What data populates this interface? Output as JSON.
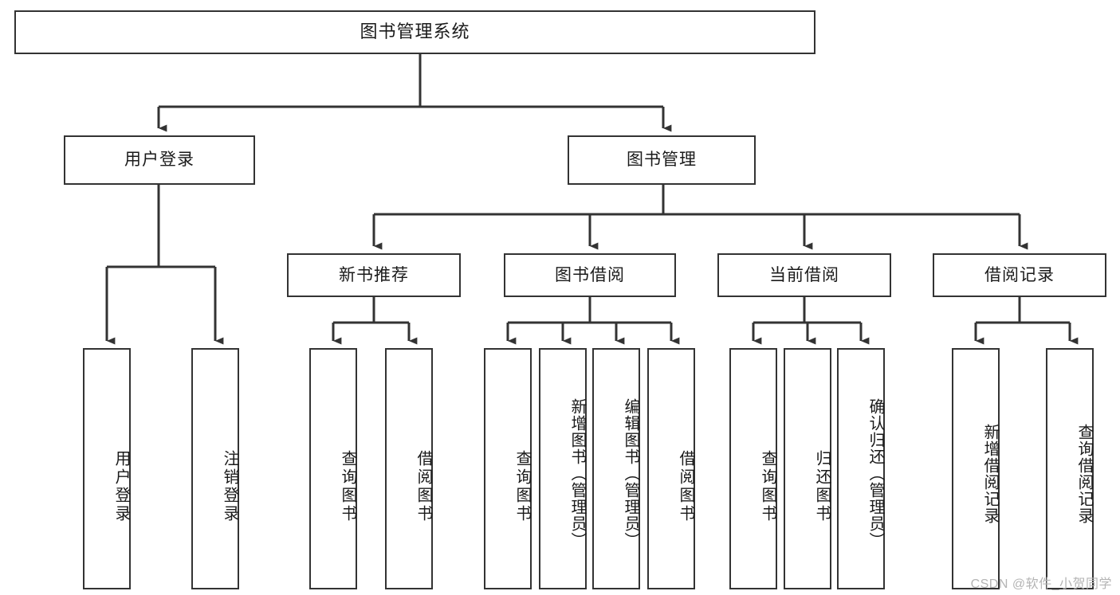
{
  "diagram": {
    "title": "图书管理系统",
    "type": "tree-hierarchy-chart",
    "colors": {
      "background": "#ffffff",
      "box_border": "#333333",
      "box_fill": "#ffffff",
      "connector": "#333333",
      "text": "#1a1a1a",
      "watermark": "#b4b4b4"
    }
  },
  "root": {
    "label": "图书管理系统"
  },
  "level2": [
    {
      "label": "用户登录"
    },
    {
      "label": "图书管理"
    }
  ],
  "level3": [
    {
      "label": "新书推荐"
    },
    {
      "label": "图书借阅"
    },
    {
      "label": "当前借阅"
    },
    {
      "label": "借阅记录"
    }
  ],
  "leaves": {
    "user_login": [
      {
        "label": "用户登录"
      },
      {
        "label": "注销登录"
      }
    ],
    "new_book_recommend": [
      {
        "label": "查询图书"
      },
      {
        "label": "借阅图书"
      }
    ],
    "book_borrow": [
      {
        "label": "查询图书"
      },
      {
        "label": "新增图书（管理员）"
      },
      {
        "label": "编辑图书（管理员）"
      },
      {
        "label": "借阅图书"
      }
    ],
    "current_borrow": [
      {
        "label": "查询图书"
      },
      {
        "label": "归还图书"
      },
      {
        "label": "确认归还（管理员）"
      }
    ],
    "borrow_record": [
      {
        "label": "新增借阅记录"
      },
      {
        "label": "查询借阅记录"
      }
    ]
  },
  "watermark": {
    "text": "CSDN @软件_小贺同学"
  }
}
